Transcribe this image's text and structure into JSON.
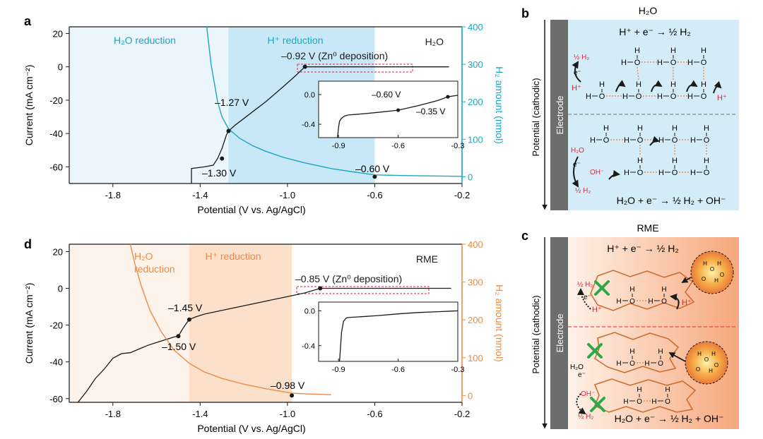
{
  "panels": {
    "a": {
      "letter": "a",
      "corner_label": "H₂O",
      "region_left_label": "H₂O reduction",
      "region_right_label": "H⁺ reduction",
      "dep_annotation": "–0.92 V (Zn⁰ deposition)",
      "points": [
        {
          "x": -1.27,
          "y": -38.5,
          "text": "–1.27 V"
        },
        {
          "x": -1.3,
          "y": -55.0,
          "text": "–1.30 V"
        },
        {
          "x": -0.92,
          "y": 0.0,
          "text": ""
        }
      ],
      "h2_point": {
        "x": -0.6,
        "y": 0,
        "text": "–0.60 V"
      },
      "inset": {
        "points": [
          {
            "x": -0.6,
            "y": -0.21,
            "text": "–0.60 V"
          },
          {
            "x": -0.35,
            "y": -0.03,
            "text": "–0.35 V"
          }
        ]
      }
    },
    "d": {
      "letter": "d",
      "corner_label": "RME",
      "region_left_label": "H₂O\nreduction",
      "region_right_label": "H⁺ reduction",
      "dep_annotation": "–0.85 V (Zn⁰ deposition)",
      "points": [
        {
          "x": -1.45,
          "y": -17.0,
          "text": "–1.45 V"
        },
        {
          "x": -1.5,
          "y": -26.0,
          "text": "–1.50 V"
        },
        {
          "x": -0.85,
          "y": 0.0,
          "text": ""
        }
      ],
      "h2_point": {
        "x": -0.98,
        "y": 0,
        "text": "–0.98 V"
      }
    },
    "b": {
      "letter": "b",
      "title": "H₂O",
      "eq_top": "H⁺ + e⁻ → ½ H₂",
      "eq_bottom": "H₂O + e⁻ → ½ H₂ + OH⁻",
      "electrode": "Electrode",
      "axis": "Potential (cathodic)",
      "species": {
        "h2": "½ H₂",
        "e": "e⁻",
        "hplus": "H⁺",
        "h2o": "H₂O",
        "oh": "OH⁻"
      }
    },
    "c": {
      "letter": "c",
      "title": "RME",
      "eq_top": "H⁺ + e⁻ → ½ H₂",
      "eq_bottom": "H₂O + e⁻ → ½ H₂ + OH⁻",
      "electrode": "Electrode",
      "axis": "Potential (cathodic)",
      "species": {
        "h2": "½ H₂",
        "e": "e⁻",
        "hplus": "H⁺",
        "h2o": "H₂O",
        "oh": "OH⁻"
      }
    }
  },
  "colors": {
    "cyan": "#1aa6c4",
    "orange": "#ee8a45",
    "black": "#1a1a1a",
    "red": "#e0263a",
    "green": "#2fa84a"
  },
  "chart_data": [
    {
      "type": "line",
      "panel": "a",
      "xlabel": "Potential (V vs. Ag/AgCl)",
      "ylabel": "Current (mA cm⁻²)",
      "y2label": "H₂ amount (nmol)",
      "xlim": [
        -2.0,
        -0.2
      ],
      "ylim": [
        -70,
        24
      ],
      "y2lim": [
        -18,
        400
      ],
      "xticks": [
        -1.8,
        -1.4,
        -1.0,
        -0.6,
        -0.2
      ],
      "xtick_labels": [
        "-1.8",
        "-1.4",
        "-1.0",
        "-0.6",
        "-0.2"
      ],
      "yticks": [
        20,
        0,
        -20,
        -40,
        -60
      ],
      "ytick_labels": [
        "20",
        "0",
        "-20",
        "-40",
        "-60"
      ],
      "y2ticks": [
        400,
        300,
        200,
        100,
        0
      ],
      "y2tick_labels": [
        "400",
        "300",
        "200",
        "100",
        "0"
      ],
      "regions": [
        {
          "from": -2.0,
          "to": -1.27
        },
        {
          "from": -1.27,
          "to": -0.6
        }
      ],
      "series": [
        {
          "axis": "left",
          "x": [
            -1.44,
            -1.44,
            -1.38,
            -1.34,
            -1.32,
            -1.31,
            -1.3,
            -1.29,
            -1.28,
            -1.27,
            -1.24,
            -1.18,
            -1.1,
            -1.02,
            -0.96,
            -0.92,
            -0.8,
            -0.6,
            -0.4,
            -0.26
          ],
          "values": [
            -70.0,
            -61.0,
            -60.0,
            -59.0,
            -55.0,
            -52.0,
            -49.0,
            -45.0,
            -41.0,
            -38.5,
            -35.0,
            -29.0,
            -21.0,
            -12.0,
            -5.0,
            0.0,
            0.0,
            0.0,
            0.0,
            0.0
          ]
        },
        {
          "axis": "right",
          "x": [
            -1.37,
            -1.35,
            -1.32,
            -1.3,
            -1.27,
            -1.22,
            -1.16,
            -1.1,
            -1.02,
            -0.92,
            -0.8,
            -0.7,
            -0.6,
            -0.45,
            -0.3,
            -0.2
          ],
          "values": [
            400,
            300,
            200,
            160,
            128,
            103,
            83,
            68,
            52,
            37,
            22,
            13,
            5,
            3,
            2,
            1
          ]
        }
      ],
      "inset": {
        "xlim": [
          -1.0,
          -0.3
        ],
        "ylim": [
          -0.58,
          0.18
        ],
        "xticks": [
          -0.9,
          -0.6,
          -0.3
        ],
        "xtick_labels": [
          "-0.9",
          "-0.6",
          "-0.3"
        ],
        "yticks": [
          0.0,
          -0.4
        ],
        "ytick_labels": [
          "0.0",
          "-0.4"
        ],
        "x": [
          -0.905,
          -0.9,
          -0.895,
          -0.885,
          -0.87,
          -0.85,
          -0.8,
          -0.7,
          -0.6,
          -0.5,
          -0.4,
          -0.35,
          -0.3
        ],
        "values": [
          -0.58,
          -0.45,
          -0.36,
          -0.32,
          -0.29,
          -0.275,
          -0.265,
          -0.24,
          -0.21,
          -0.15,
          -0.08,
          -0.03,
          -0.01
        ]
      }
    },
    {
      "type": "line",
      "panel": "d",
      "xlabel": "Potential (V vs. Ag/AgCl)",
      "ylabel": "Current (mA cm⁻²)",
      "y2label": "H₂ amount (nmol)",
      "xlim": [
        -2.0,
        -0.2
      ],
      "ylim": [
        -62,
        24
      ],
      "y2lim": [
        -18,
        400
      ],
      "xticks": [
        -1.8,
        -1.4,
        -1.0,
        -0.6,
        -0.2
      ],
      "xtick_labels": [
        "-1.8",
        "-1.4",
        "-1.0",
        "-0.6",
        "-0.2"
      ],
      "yticks": [
        20,
        0,
        -20,
        -40,
        -60
      ],
      "ytick_labels": [
        "20",
        "0",
        "-20",
        "-40",
        "-60"
      ],
      "y2ticks": [
        400,
        300,
        200,
        100,
        0
      ],
      "y2tick_labels": [
        "400",
        "300",
        "200",
        "100",
        "0"
      ],
      "regions": [
        {
          "from": -2.0,
          "to": -1.45
        },
        {
          "from": -1.45,
          "to": -0.98
        }
      ],
      "series": [
        {
          "axis": "left",
          "x": [
            -1.96,
            -1.92,
            -1.88,
            -1.84,
            -1.8,
            -1.76,
            -1.72,
            -1.68,
            -1.64,
            -1.6,
            -1.56,
            -1.52,
            -1.5,
            -1.48,
            -1.46,
            -1.45,
            -1.42,
            -1.38,
            -1.3,
            -1.2,
            -1.1,
            -1.0,
            -0.92,
            -0.85,
            -0.7,
            -0.5,
            -0.25
          ],
          "values": [
            -62.0,
            -56.0,
            -49.0,
            -44.0,
            -38.0,
            -35.5,
            -35.0,
            -33.0,
            -31.0,
            -29.5,
            -28.0,
            -26.5,
            -26.0,
            -22.0,
            -18.5,
            -17.0,
            -15.5,
            -14.0,
            -12.0,
            -9.5,
            -7.0,
            -4.5,
            -2.5,
            0.0,
            0.0,
            0.0,
            0.0
          ]
        },
        {
          "axis": "right",
          "x": [
            -1.72,
            -1.7,
            -1.67,
            -1.63,
            -1.58,
            -1.52,
            -1.45,
            -1.38,
            -1.3,
            -1.2,
            -1.1,
            -0.98,
            -0.9,
            -0.8
          ],
          "values": [
            400,
            350,
            290,
            225,
            170,
            120,
            85,
            62,
            45,
            30,
            18,
            6,
            4,
            2
          ]
        }
      ],
      "inset": {
        "xlim": [
          -1.0,
          -0.3
        ],
        "ylim": [
          -0.58,
          0.1
        ],
        "xticks": [
          -0.9,
          -0.6,
          -0.3
        ],
        "xtick_labels": [
          "-0.9",
          "-0.6",
          "-0.3"
        ],
        "yticks": [
          0.0,
          -0.4
        ],
        "ytick_labels": [
          "0.0",
          "-0.4"
        ],
        "x": [
          -0.895,
          -0.89,
          -0.885,
          -0.875,
          -0.86,
          -0.84,
          -0.8,
          -0.7,
          -0.6,
          -0.5,
          -0.4,
          -0.3
        ],
        "values": [
          -0.58,
          -0.42,
          -0.25,
          -0.12,
          -0.08,
          -0.075,
          -0.07,
          -0.055,
          -0.035,
          -0.02,
          -0.01,
          0.0
        ]
      }
    }
  ]
}
